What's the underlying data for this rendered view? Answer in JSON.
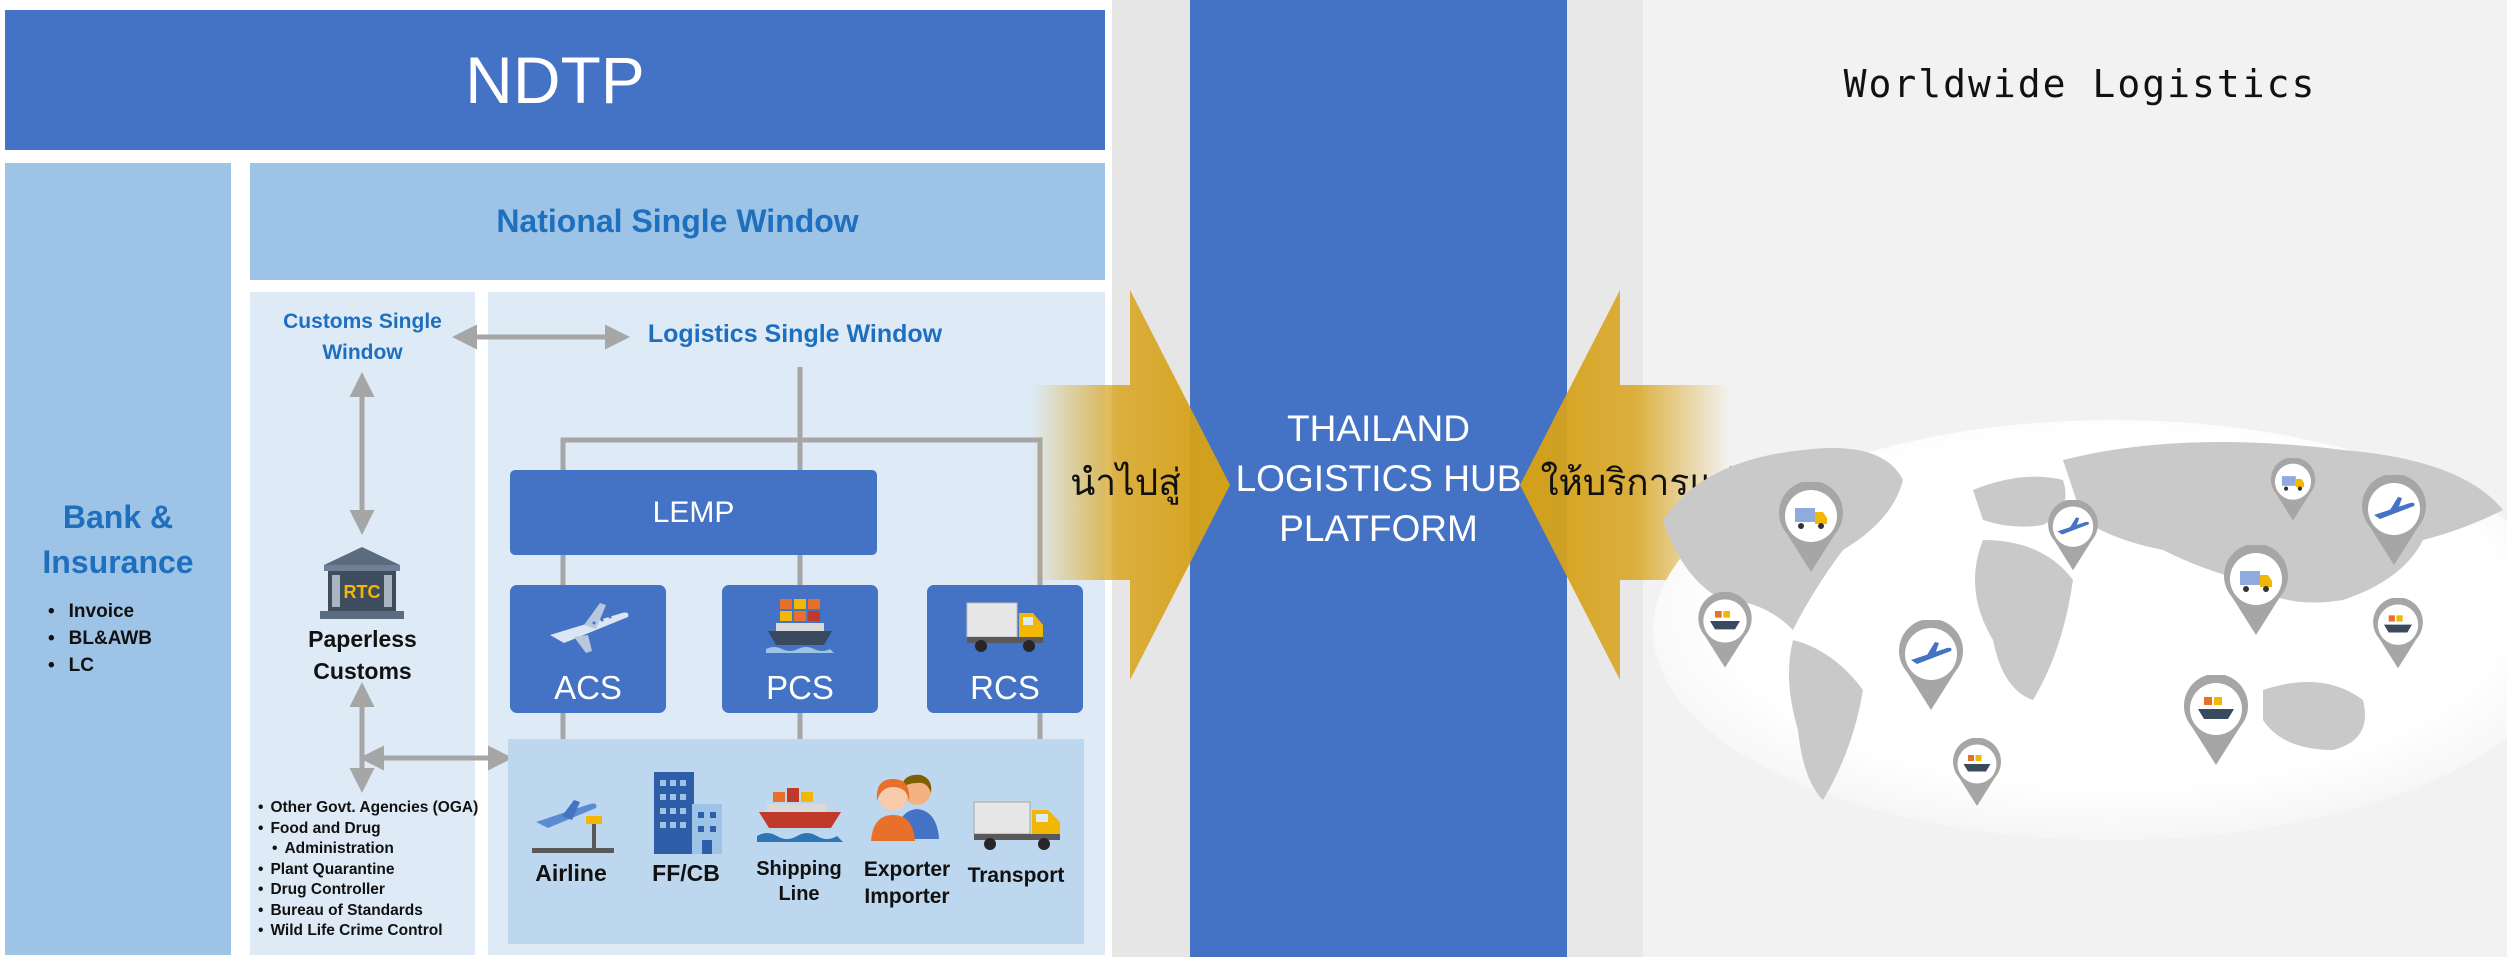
{
  "ndtp": {
    "title": "NDTP"
  },
  "bank": {
    "title_line1": "Bank &",
    "title_line2": "Insurance",
    "items": [
      "Invoice",
      "BL&AWB",
      "LC"
    ]
  },
  "nsw": {
    "title": "National Single Window"
  },
  "customs": {
    "title_line1": "Customs Single",
    "title_line2": "Window",
    "rtc_label": "RTC",
    "paperless_line1": "Paperless",
    "paperless_line2": "Customs",
    "agencies": [
      "Other Govt. Agencies (OGA)",
      "Food and Drug",
      "Administration",
      "Plant Quarantine",
      "Drug Controller",
      "Bureau of Standards",
      "Wild Life Crime Control"
    ]
  },
  "logistics": {
    "title": "Logistics Single Window",
    "lemp": "LEMP",
    "systems": [
      {
        "label": "ACS",
        "icon": "airplane-icon"
      },
      {
        "label": "PCS",
        "icon": "cargo-ship-icon"
      },
      {
        "label": "RCS",
        "icon": "truck-icon"
      }
    ],
    "stakeholders": [
      {
        "line1": "Airline",
        "line2": "",
        "icon": "airport-icon"
      },
      {
        "line1": "FF/CB",
        "line2": "",
        "icon": "office-building-icon"
      },
      {
        "line1": "Shipping",
        "line2": "Line",
        "icon": "cargo-ship-icon"
      },
      {
        "line1": "Exporter",
        "line2": "Importer",
        "icon": "people-icon"
      },
      {
        "line1": "Transport",
        "line2": "",
        "icon": "truck-icon"
      }
    ]
  },
  "flow": {
    "left_arrow_text": "นำไปสู่",
    "right_arrow_text": "ให้บริการแก่"
  },
  "hub": {
    "line1": "THAILAND",
    "line2": "LOGISTICS HUB",
    "line3": "PLATFORM"
  },
  "world": {
    "title": "Worldwide Logistics",
    "map_icon": "world-map-icon",
    "pins": [
      "truck-pin-icon",
      "ship-pin-icon",
      "airplane-pin-icon",
      "ship-pin-icon",
      "airplane-pin-icon",
      "truck-pin-icon",
      "ship-pin-icon",
      "truck-pin-icon",
      "airplane-pin-icon",
      "ship-pin-icon"
    ]
  },
  "colors": {
    "primary_blue": "#4472C4",
    "light_blue": "#9DC3E6",
    "pale_blue": "#DEEBF7",
    "title_blue": "#1F6FBF",
    "arrow_gold": "#D9A520",
    "connector_gray": "#A6A6A6"
  }
}
